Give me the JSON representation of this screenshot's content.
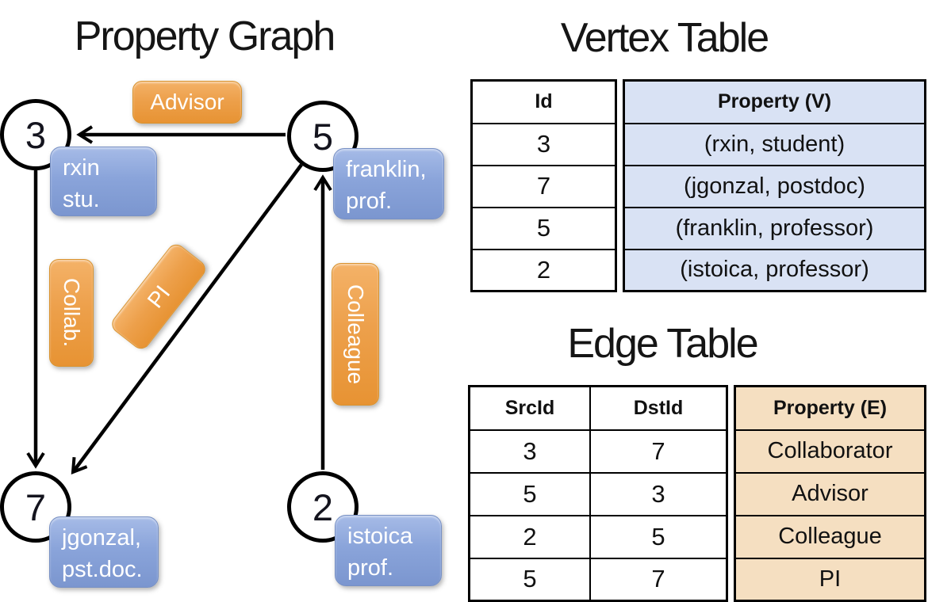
{
  "graph": {
    "title": "Property Graph",
    "vertices": [
      {
        "id": "3",
        "line1": "rxin",
        "line2": "stu."
      },
      {
        "id": "5",
        "line1": "franklin,",
        "line2": "prof."
      },
      {
        "id": "7",
        "line1": "jgonzal,",
        "line2": "pst.doc."
      },
      {
        "id": "2",
        "line1": "istoica",
        "line2": "prof."
      }
    ],
    "edge_labels": {
      "advisor": "Advisor",
      "collab": "Collab.",
      "colleague": "Colleague",
      "pi": "PI"
    }
  },
  "vertex_table": {
    "title": "Vertex Table",
    "id_header": "Id",
    "property_header": "Property (V)",
    "rows": [
      {
        "id": "3",
        "property": "(rxin, student)"
      },
      {
        "id": "7",
        "property": "(jgonzal, postdoc)"
      },
      {
        "id": "5",
        "property": "(franklin, professor)"
      },
      {
        "id": "2",
        "property": "(istoica, professor)"
      }
    ]
  },
  "edge_table": {
    "title": "Edge Table",
    "src_header": "SrcId",
    "dst_header": "DstId",
    "property_header": "Property (E)",
    "rows": [
      {
        "src": "3",
        "dst": "7",
        "property": "Collaborator"
      },
      {
        "src": "5",
        "dst": "3",
        "property": "Advisor"
      },
      {
        "src": "2",
        "dst": "5",
        "property": "Colleague"
      },
      {
        "src": "5",
        "dst": "7",
        "property": "PI"
      }
    ]
  },
  "colors": {
    "edge_label_fill_top": "#f4b268",
    "edge_label_fill_bottom": "#e79333",
    "vertex_card_fill_top": "#a6bbe7",
    "vertex_card_fill_bottom": "#7b96cf",
    "vertex_table_property_bg": "#d9e2f4",
    "edge_table_property_bg": "#f5dfc1",
    "edge_line_color": "#000000"
  }
}
